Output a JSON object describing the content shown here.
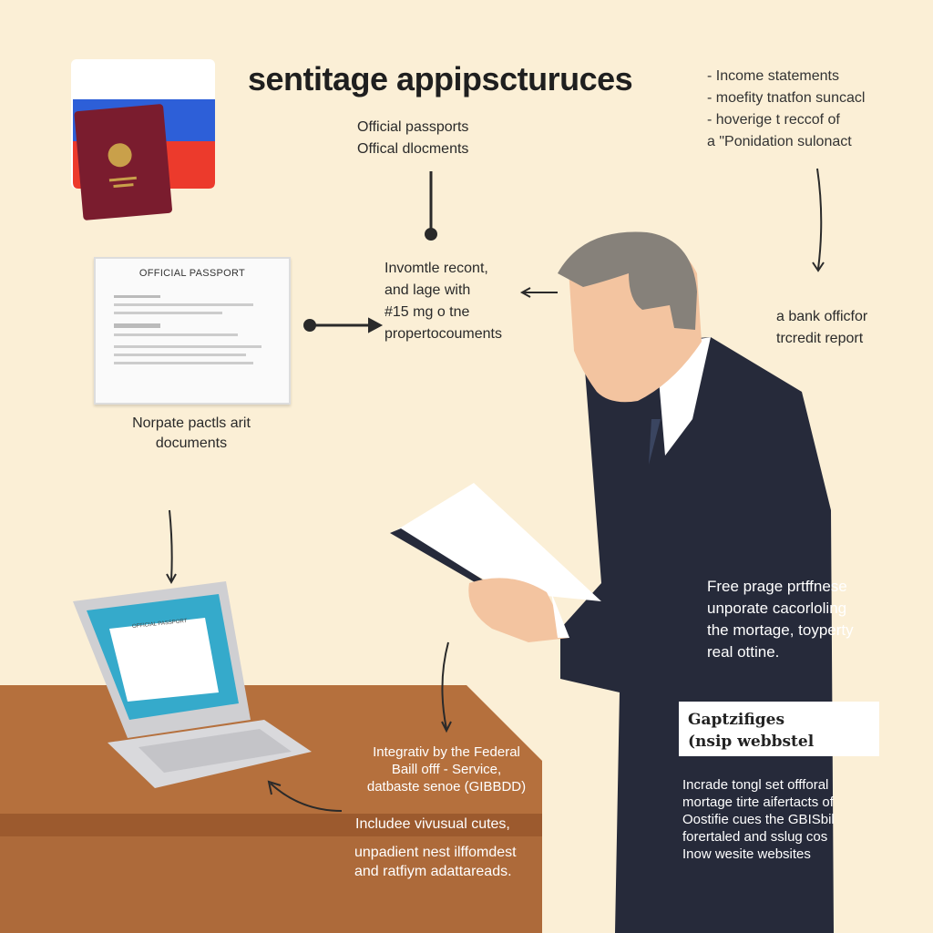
{
  "title": "sentitage appipscturuces",
  "colors": {
    "background": "#fbefd6",
    "desk": "#b5703d",
    "suit": "#262a3a",
    "flag_white": "#ffffff",
    "flag_blue": "#2d5fd8",
    "flag_red": "#ec3a2c",
    "passport": "#7a1c2e",
    "laptop_screen": "#35aacb"
  },
  "top_center": {
    "lines": [
      "Official passports",
      "Offical dlocments"
    ]
  },
  "top_right": {
    "lines": [
      "- Income statements",
      "- moefity tnatfon suncacl",
      "- hoverige t reccof of",
      "a \"Ponidation sulonact"
    ]
  },
  "middle_center": {
    "lines": [
      "Invomtle recont,",
      "and lage with",
      "#15 mg o        tne",
      "propertocouments"
    ]
  },
  "bank_note": {
    "lines": [
      "a bank officfor",
      "trcredit report"
    ]
  },
  "passport_doc": {
    "heading": "OFFICIAL PASSPORT",
    "caption": [
      "Norpate pactls arit",
      "documents"
    ]
  },
  "laptop": {
    "screen_heading": "OFFICIAL PASSPORT"
  },
  "suit_text_top": {
    "lines": [
      "Free prage prtffnese",
      "unporate cacorloling",
      "the mortage, toyperty",
      "real ottine."
    ]
  },
  "website_box": {
    "lines": [
      "Gaptzifiges",
      "(nsip webbstel"
    ]
  },
  "suit_text_bottom": {
    "lines": [
      "Incrade tongl set offforal",
      "mortage tirte aifertacts of",
      "Oostifie cues the GBISbil",
      "forertaled and sslug cos",
      "Inow wesite websites"
    ]
  },
  "desk_text": {
    "lines": [
      "Integrativ by the Federal",
      "Baill offf - Service,",
      "datbaste senoe (GIBBDD)"
    ]
  },
  "desk_text_2": {
    "lines": [
      "Includee vivusual cutes,"
    ]
  },
  "desk_text_3": {
    "lines": [
      "unpadient nest ilffomdest",
      "and ratfiym adattareads."
    ]
  },
  "icons": [
    "russian-flag",
    "passport",
    "arrow",
    "laptop",
    "man-reading-document"
  ]
}
